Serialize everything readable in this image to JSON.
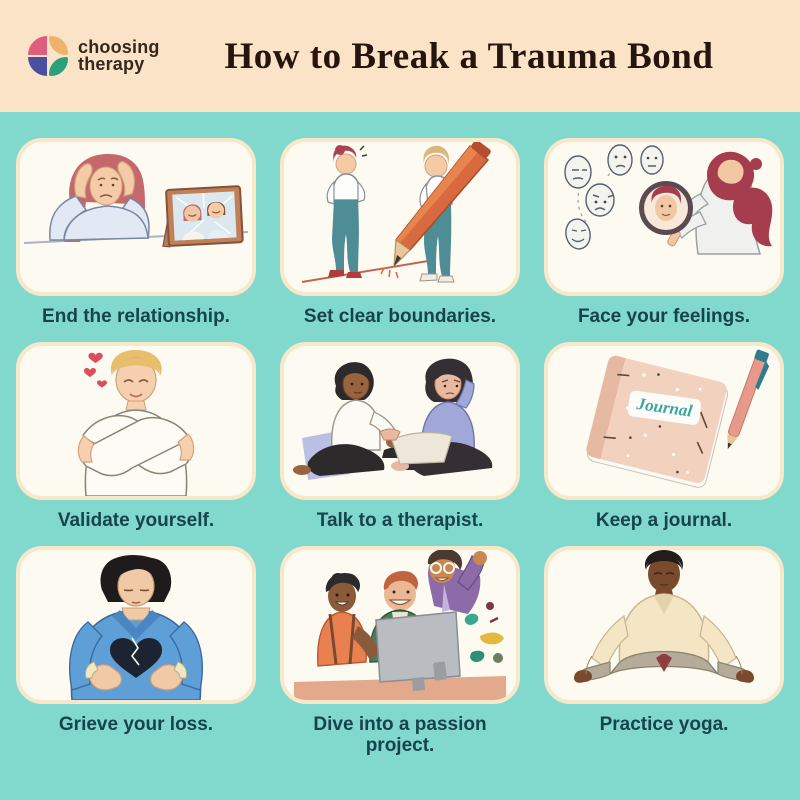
{
  "header": {
    "title": "How to Break a Trauma Bond",
    "logo": {
      "brand_line1": "choosing",
      "brand_line2": "therapy",
      "mark_colors": {
        "top_left": "#dd5f7d",
        "top_right": "#f0b168",
        "bottom_left": "#4b4fa0",
        "bottom_right": "#2aa07b"
      }
    }
  },
  "theme": {
    "header_bg": "#fbe3c8",
    "body_bg": "#81d8cc",
    "card_bg": "#fdfaf1",
    "card_border": "#f8e8ca",
    "title_color": "#26150d",
    "caption_color": "#17444c"
  },
  "cards": [
    {
      "caption": "End the relationship.",
      "illustration": "woman-grieving-broken-photo-illustration"
    },
    {
      "caption": "Set clear boundaries.",
      "illustration": "women-drawing-line-giant-pencil-illustration"
    },
    {
      "caption": "Face your feelings.",
      "illustration": "woman-mirror-emotion-masks-illustration"
    },
    {
      "caption": "Validate yourself.",
      "illustration": "man-self-hug-hearts-illustration"
    },
    {
      "caption": "Talk to a therapist.",
      "illustration": "two-people-talking-on-floor-illustration"
    },
    {
      "caption": "Keep a journal.",
      "illustration": "journal-and-pen-illustration",
      "journal_label": "Journal"
    },
    {
      "caption": "Grieve your loss.",
      "illustration": "man-holding-black-heart-illustration"
    },
    {
      "caption": "Dive into a passion project.",
      "illustration": "team-celebrating-at-computer-illustration"
    },
    {
      "caption": "Practice yoga.",
      "illustration": "man-lotus-pose-illustration"
    }
  ]
}
